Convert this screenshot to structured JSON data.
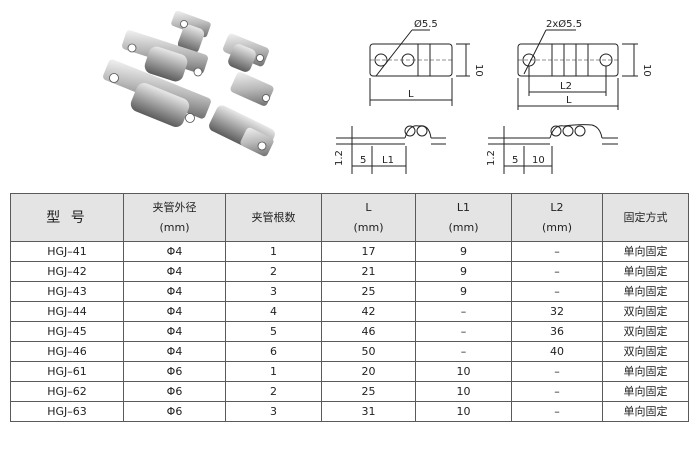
{
  "drawings": {
    "single": {
      "hole": "Ø5.5",
      "height": "10",
      "length": "L",
      "t": "1.2",
      "offset": "5",
      "l1": "L1"
    },
    "double": {
      "hole": "2xØ5.5",
      "height": "10",
      "l2": "L2",
      "length": "L",
      "t": "1.2",
      "offset": "5",
      "pitch": "10"
    }
  },
  "table": {
    "headers": [
      {
        "line1": "型 号",
        "line2": ""
      },
      {
        "line1": "夹管外径",
        "line2": "(mm)"
      },
      {
        "line1": "夹管根数",
        "line2": ""
      },
      {
        "line1": "L",
        "line2": "(mm)"
      },
      {
        "line1": "L1",
        "line2": "(mm)"
      },
      {
        "line1": "L2",
        "line2": "(mm)"
      },
      {
        "line1": "固定方式",
        "line2": ""
      }
    ],
    "rows": [
      [
        "HGJ–41",
        "Φ4",
        "1",
        "17",
        "9",
        "–",
        "单向固定"
      ],
      [
        "HGJ–42",
        "Φ4",
        "2",
        "21",
        "9",
        "–",
        "单向固定"
      ],
      [
        "HGJ–43",
        "Φ4",
        "3",
        "25",
        "9",
        "–",
        "单向固定"
      ],
      [
        "HGJ–44",
        "Φ4",
        "4",
        "42",
        "–",
        "32",
        "双向固定"
      ],
      [
        "HGJ–45",
        "Φ4",
        "5",
        "46",
        "–",
        "36",
        "双向固定"
      ],
      [
        "HGJ–46",
        "Φ4",
        "6",
        "50",
        "–",
        "40",
        "双向固定"
      ],
      [
        "HGJ–61",
        "Φ6",
        "1",
        "20",
        "10",
        "–",
        "单向固定"
      ],
      [
        "HGJ–62",
        "Φ6",
        "2",
        "25",
        "10",
        "–",
        "单向固定"
      ],
      [
        "HGJ–63",
        "Φ6",
        "3",
        "31",
        "10",
        "–",
        "单向固定"
      ]
    ]
  }
}
